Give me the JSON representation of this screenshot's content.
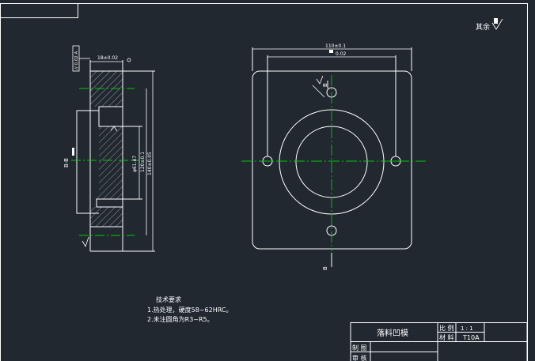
{
  "drawing": {
    "surface_note": {
      "text": "其余",
      "symbol_icon": "roughness-symbol-icon"
    },
    "tech_requirements": {
      "heading": "技术要求",
      "items": [
        "1.热处理，硬度58~62HRC。",
        "2.未注圆角为R3~R5。"
      ]
    },
    "title_block": {
      "part_name": "落料凹模",
      "scale_label": "比 例",
      "scale_value": "1 : 1",
      "material_label": "材 料",
      "material_value": "T10A",
      "drawn_label": "制 图",
      "checked_label": "审 核"
    },
    "section_view": {
      "section_label": "B-B",
      "tolerance_frame": "// 0.02 A",
      "top_dim": "18±0.02",
      "dim_inner": "φ61.87",
      "dim_mid": "120±0.1",
      "dim_outer": "140±0.05"
    },
    "plan_view": {
      "dim_outer": "110±0.1",
      "dim_inner": "0.02",
      "section_mark": "B"
    }
  },
  "colors": {
    "background": "#212830",
    "line": "#ffffff",
    "center_line": "#00cc00",
    "hatch": "#cfcfcf",
    "text": "#ffffff"
  }
}
